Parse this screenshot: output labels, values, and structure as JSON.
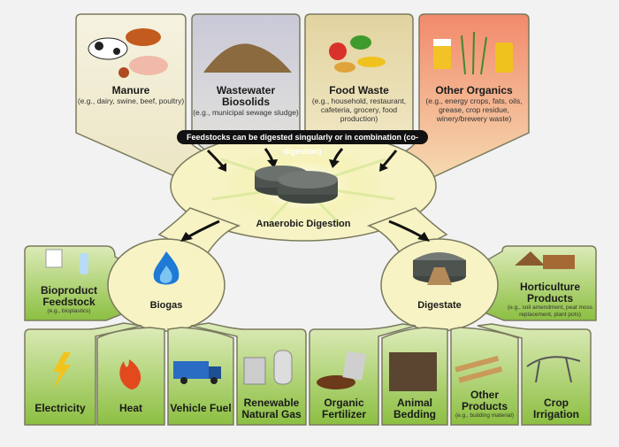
{
  "feedstocks": [
    {
      "title": "Manure",
      "examples": "(e.g., dairy, swine, beef, poultry)"
    },
    {
      "title": "Wastewater Biosolids",
      "examples": "(e.g., municipal sewage sludge)"
    },
    {
      "title": "Food Waste",
      "examples": "(e.g., household, restaurant, cafeteria, grocery, food production)"
    },
    {
      "title": "Other Organics",
      "examples": "(e.g., energy crops, fats, oils, grease, crop residue, winery/brewery waste)"
    }
  ],
  "banner": "Feedstocks can be digested singularly or in combination (co-digestion)",
  "center": "Anaerobic Digestion",
  "biogas": {
    "title": "Biogas",
    "side": {
      "title": "Bioproduct Feedstock",
      "examples": "(e.g., bioplastics)"
    },
    "uses": [
      "Electricity",
      "Heat",
      "Vehicle Fuel",
      "Renewable Natural Gas"
    ]
  },
  "digestate": {
    "title": "Digestate",
    "side": {
      "title": "Horticulture Products",
      "examples": "(e.g., soil amendment, peat moss replacement, plant pots)"
    },
    "uses": [
      {
        "title": "Organic Fertilizer",
        "examples": ""
      },
      {
        "title": "Animal Bedding",
        "examples": ""
      },
      {
        "title": "Other Products",
        "examples": "(e.g., building material)"
      },
      {
        "title": "Crop Irrigation",
        "examples": ""
      }
    ]
  },
  "colors": {
    "cream": "#f7f3c4",
    "outline": "#7a7a5e",
    "green_top": "#d6e8b0",
    "green_bottom": "#8ec044",
    "manure_bg": "#f3efd8",
    "biosolids_bg": "#cfcfdc",
    "food_bg": "#e9dcb0",
    "other_bg": "#f4a58a"
  }
}
